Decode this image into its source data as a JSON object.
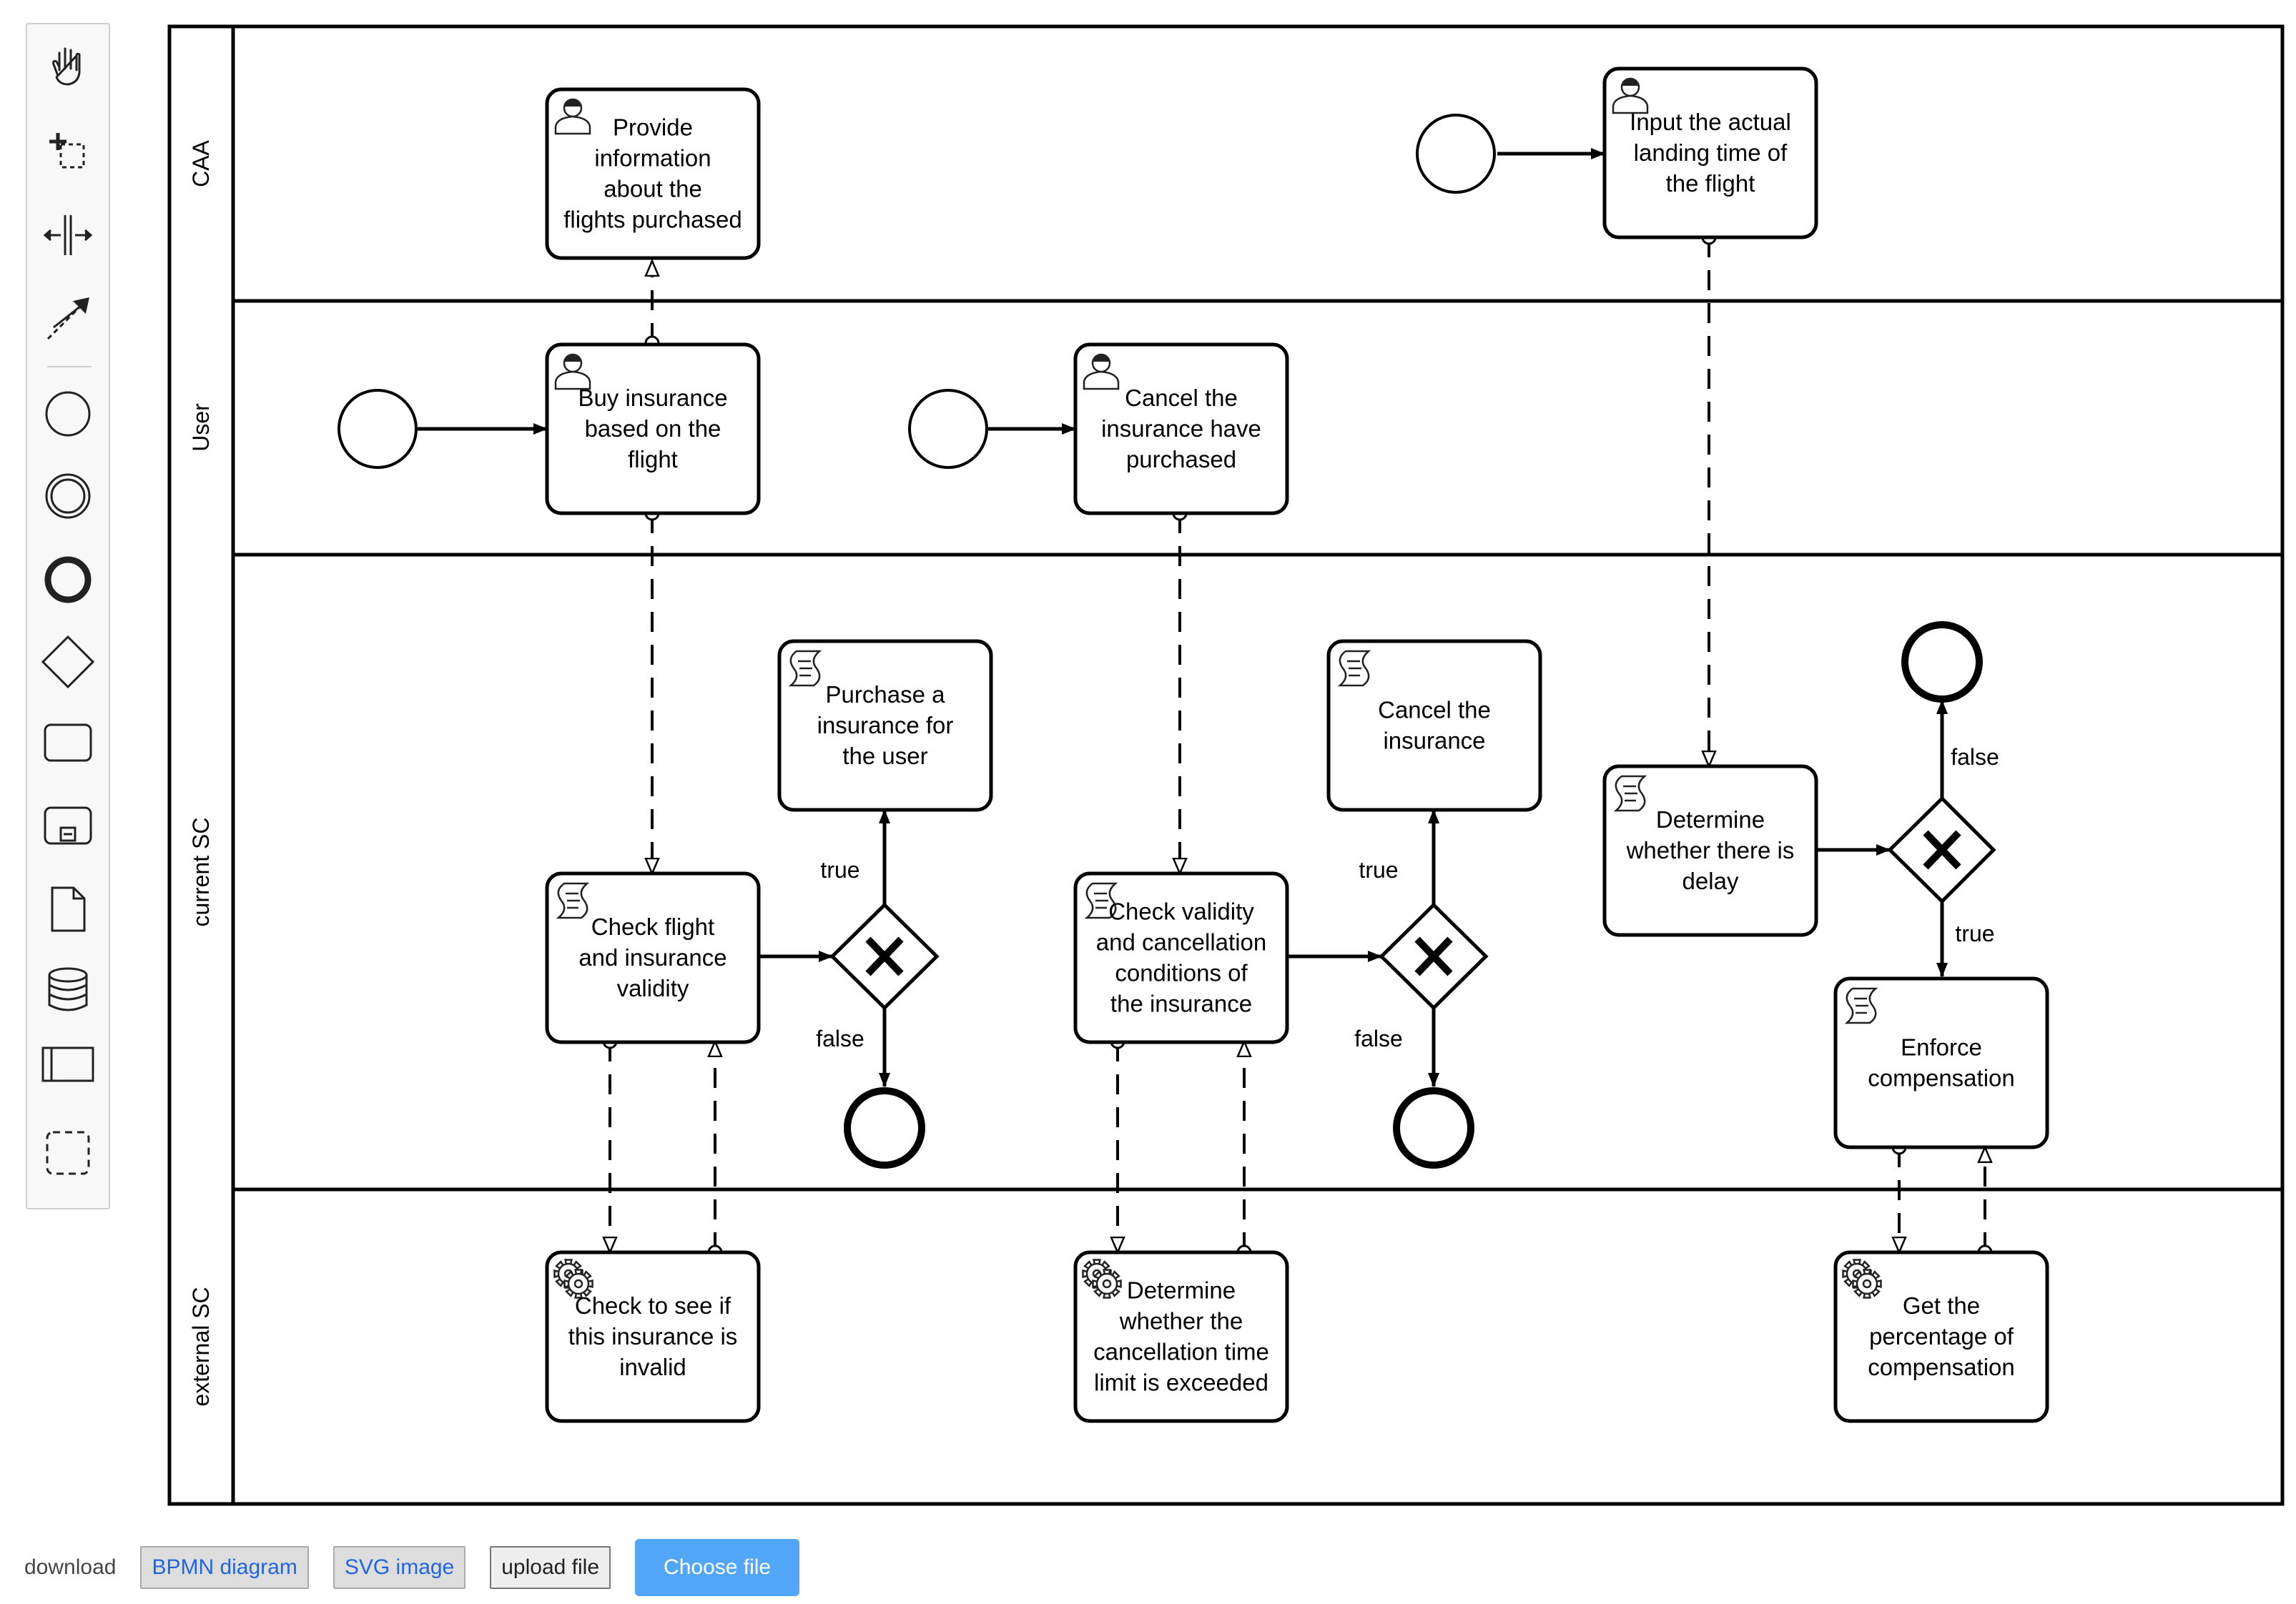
{
  "colors": {
    "stroke": "#000000",
    "primary_button": "#52a6f7",
    "link_text": "#2266dd"
  },
  "palette": {
    "tools": [
      {
        "name": "hand-tool",
        "icon": "hand-icon"
      },
      {
        "name": "lasso-tool",
        "icon": "lasso-icon"
      },
      {
        "name": "space-tool",
        "icon": "space-icon"
      },
      {
        "name": "global-connect-tool",
        "icon": "connect-icon"
      },
      {
        "name": "create-start-event",
        "icon": "start-event-icon"
      },
      {
        "name": "create-intermediate-event",
        "icon": "intermediate-event-icon"
      },
      {
        "name": "create-end-event",
        "icon": "end-event-icon"
      },
      {
        "name": "create-gateway",
        "icon": "gateway-icon"
      },
      {
        "name": "create-task",
        "icon": "task-icon"
      },
      {
        "name": "create-subprocess",
        "icon": "subprocess-icon"
      },
      {
        "name": "create-data-object",
        "icon": "data-object-icon"
      },
      {
        "name": "create-data-store",
        "icon": "data-store-icon"
      },
      {
        "name": "create-participant",
        "icon": "participant-icon"
      },
      {
        "name": "create-group",
        "icon": "group-icon"
      }
    ]
  },
  "diagram": {
    "lanes": [
      "CAA",
      "User",
      "current SC",
      "external SC"
    ],
    "tasks": {
      "provide_info": {
        "lines": [
          "Provide",
          "information",
          "about the",
          "flights purchased"
        ],
        "type": "user"
      },
      "input_landing": {
        "lines": [
          "Input the actual",
          "landing time of",
          "the flight"
        ],
        "type": "user"
      },
      "buy_insurance": {
        "lines": [
          "Buy insurance",
          "based on the",
          "flight"
        ],
        "type": "user"
      },
      "cancel_purchased": {
        "lines": [
          "Cancel the",
          "insurance have",
          "purchased"
        ],
        "type": "user"
      },
      "purchase_insurance": {
        "lines": [
          "Purchase a",
          "insurance for",
          "the user"
        ],
        "type": "script"
      },
      "cancel_insurance": {
        "lines": [
          "Cancel the",
          "insurance"
        ],
        "type": "script"
      },
      "determine_delay": {
        "lines": [
          "Determine",
          "whether there is",
          "delay"
        ],
        "type": "script"
      },
      "check_flight": {
        "lines": [
          "Check flight",
          "and insurance",
          "validity"
        ],
        "type": "script"
      },
      "check_cancellation": {
        "lines": [
          "Check validity",
          "and cancellation",
          "conditions of",
          "the insurance"
        ],
        "type": "script"
      },
      "enforce_compensation": {
        "lines": [
          "Enforce",
          "compensation"
        ],
        "type": "script"
      },
      "check_invalid": {
        "lines": [
          "Check to see if",
          "this insurance is",
          "invalid"
        ],
        "type": "service"
      },
      "determine_time_limit": {
        "lines": [
          "Determine",
          "whether the",
          "cancellation time",
          "limit is exceeded"
        ],
        "type": "service"
      },
      "get_percentage": {
        "lines": [
          "Get the",
          "percentage of",
          "compensation"
        ],
        "type": "service"
      }
    },
    "flow_labels": {
      "gw1_true": "true",
      "gw1_false": "false",
      "gw2_true": "true",
      "gw2_false": "false",
      "gw3_false": "false",
      "gw3_true": "true"
    }
  },
  "footer": {
    "download_label": "download",
    "bpmn_button": "BPMN diagram",
    "svg_button": "SVG image",
    "upload_button": "upload file",
    "choose_file_button": "Choose file"
  }
}
